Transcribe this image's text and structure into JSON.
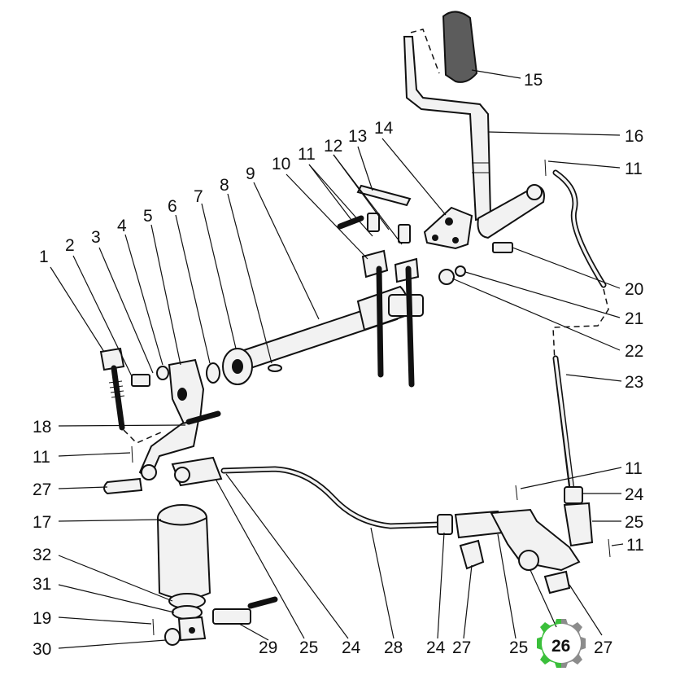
{
  "callouts": [
    {
      "id": "c1",
      "text": "1"
    },
    {
      "id": "c2",
      "text": "2"
    },
    {
      "id": "c3",
      "text": "3"
    },
    {
      "id": "c4",
      "text": "4"
    },
    {
      "id": "c5",
      "text": "5"
    },
    {
      "id": "c6",
      "text": "6"
    },
    {
      "id": "c7",
      "text": "7"
    },
    {
      "id": "c8",
      "text": "8"
    },
    {
      "id": "c9",
      "text": "9"
    },
    {
      "id": "c10",
      "text": "10"
    },
    {
      "id": "c11a",
      "text": "11"
    },
    {
      "id": "c12",
      "text": "12"
    },
    {
      "id": "c13",
      "text": "13"
    },
    {
      "id": "c14",
      "text": "14"
    },
    {
      "id": "c15",
      "text": "15"
    },
    {
      "id": "c16",
      "text": "16"
    },
    {
      "id": "c11b",
      "text": "11"
    },
    {
      "id": "c20",
      "text": "20"
    },
    {
      "id": "c21",
      "text": "21"
    },
    {
      "id": "c22",
      "text": "22"
    },
    {
      "id": "c23",
      "text": "23"
    },
    {
      "id": "c11c",
      "text": "11"
    },
    {
      "id": "c24a",
      "text": "24"
    },
    {
      "id": "c25a",
      "text": "25"
    },
    {
      "id": "c11d",
      "text": "11"
    },
    {
      "id": "c27a",
      "text": "27"
    },
    {
      "id": "c18",
      "text": "18"
    },
    {
      "id": "c11e",
      "text": "11"
    },
    {
      "id": "c27b",
      "text": "27"
    },
    {
      "id": "c17",
      "text": "17"
    },
    {
      "id": "c32",
      "text": "32"
    },
    {
      "id": "c31",
      "text": "31"
    },
    {
      "id": "c19",
      "text": "19"
    },
    {
      "id": "c30",
      "text": "30"
    },
    {
      "id": "c29",
      "text": "29"
    },
    {
      "id": "c25b",
      "text": "25"
    },
    {
      "id": "c24b",
      "text": "24"
    },
    {
      "id": "c28",
      "text": "28"
    },
    {
      "id": "c24c",
      "text": "24"
    },
    {
      "id": "c27c",
      "text": "27"
    },
    {
      "id": "c25c",
      "text": "25"
    },
    {
      "id": "c26",
      "text": "26"
    }
  ],
  "colors": {
    "badge_green": "#3bbf3b",
    "badge_gray": "#8c8c8c"
  },
  "icons": {
    "logo": "gear-badge-icon"
  }
}
